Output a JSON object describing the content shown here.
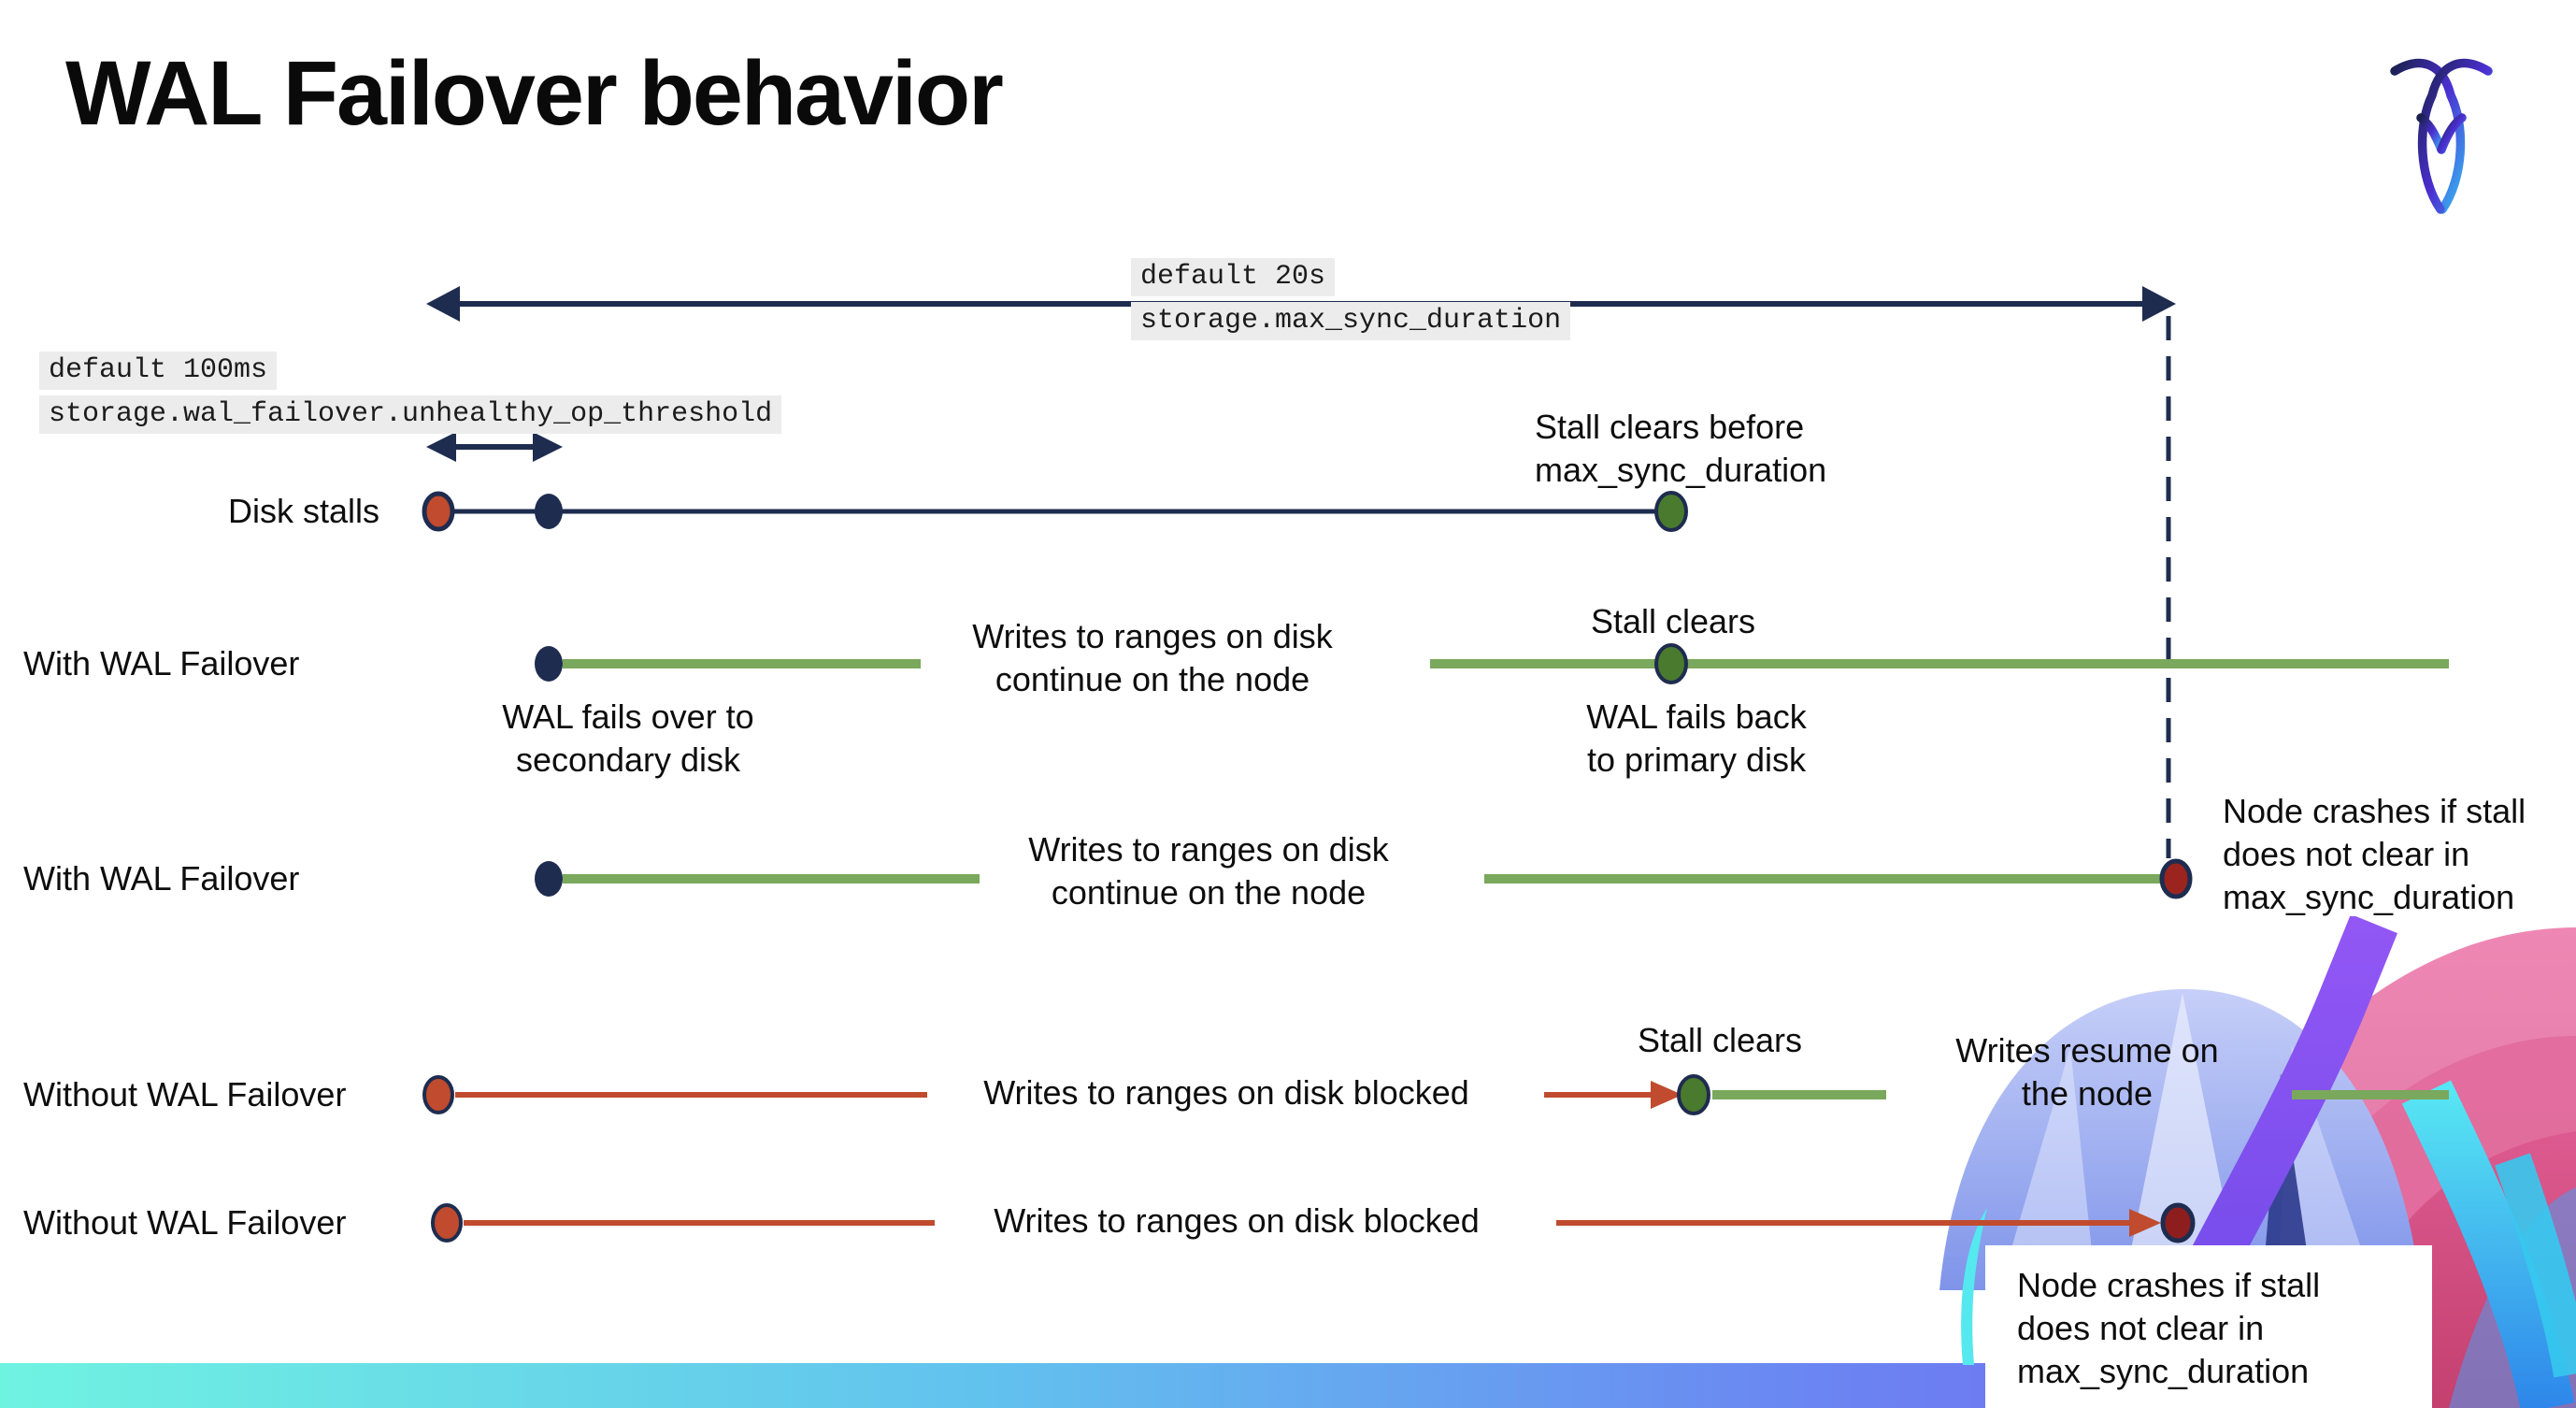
{
  "header": {
    "title": "WAL Failover behavior",
    "logo_icon": "cockroachdb-mark"
  },
  "config_callouts": {
    "max_sync_duration": {
      "default_label": "default 20s",
      "setting": "storage.max_sync_duration"
    },
    "unhealthy_op_threshold": {
      "default_label": "default 100ms",
      "setting": "storage.wal_failover.unhealthy_op_threshold"
    }
  },
  "timeline": {
    "rows": [
      {
        "id": "disk-stalls",
        "label": "Disk stalls",
        "annotations": {
          "stall_clears": "Stall clears before\nmax_sync_duration"
        }
      },
      {
        "id": "with-wal-failover-1",
        "label": "With WAL Failover",
        "annotations": {
          "failover": "WAL fails over to\nsecondary disk",
          "writes": "Writes to ranges on disk\ncontinue on the node",
          "stall_clears": "Stall clears",
          "failback": "WAL fails  back\nto primary disk"
        }
      },
      {
        "id": "with-wal-failover-2",
        "label": "With WAL Failover",
        "annotations": {
          "writes": "Writes to ranges on disk\ncontinue on the node",
          "crash": "Node crashes if stall\ndoes not clear in\nmax_sync_duration"
        }
      },
      {
        "id": "without-wal-failover-1",
        "label": "Without WAL Failover",
        "annotations": {
          "writes": "Writes to ranges on disk  blocked",
          "stall_clears": "Stall clears",
          "resume": "Writes resume on\nthe node"
        }
      },
      {
        "id": "without-wal-failover-2",
        "label": "Without WAL Failover",
        "annotations": {
          "writes": "Writes to ranges on disk  blocked",
          "crash": "Node crashes if stall\ndoes not clear in\nmax_sync_duration"
        }
      }
    ]
  },
  "colors": {
    "navy": "#1e2c4f",
    "red": "#c04b2e",
    "crash_red": "#9c241f",
    "dark_crash_red": "#8e1e1e",
    "green_line": "#7aa85c",
    "green_dot": "#4a7a2e",
    "code_background": "#ececec",
    "bottom_bar_gradient": [
      "#6ff3e1",
      "#62c2ee",
      "#6b83f2",
      "#7a5cf5"
    ]
  }
}
